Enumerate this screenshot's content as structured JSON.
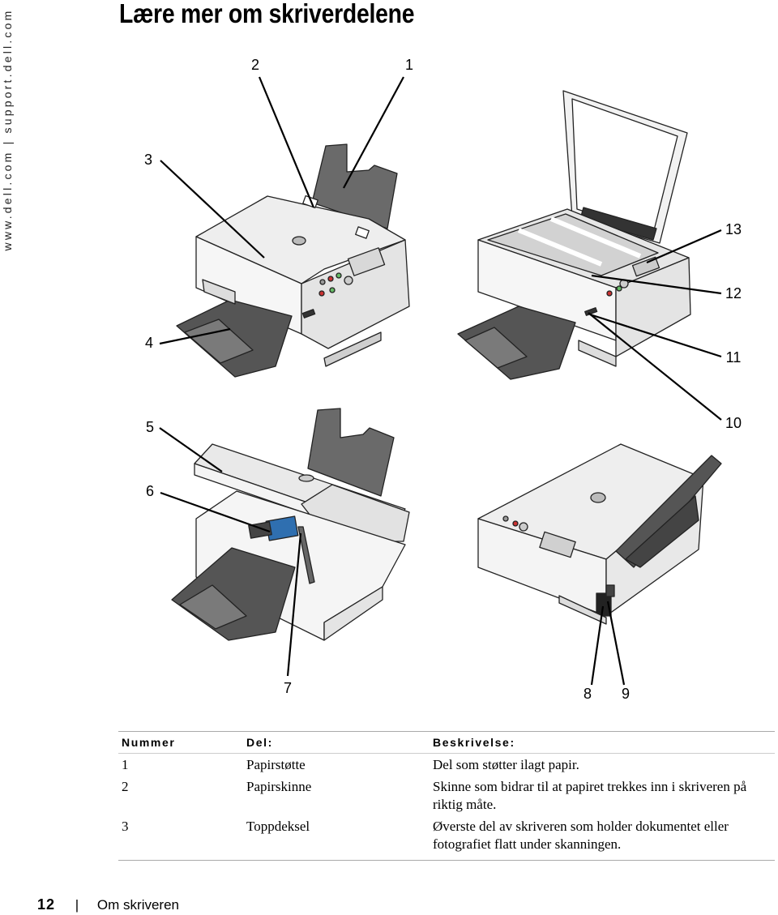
{
  "side_url": "www.dell.com | support.dell.com",
  "title": "Lære mer om skriverdelene",
  "callouts": {
    "n1": "1",
    "n2": "2",
    "n3": "3",
    "n4": "4",
    "n5": "5",
    "n6": "6",
    "n7": "7",
    "n8": "8",
    "n9": "9",
    "n10": "10",
    "n11": "11",
    "n12": "12",
    "n13": "13"
  },
  "table": {
    "headers": [
      "Nummer",
      "Del:",
      "Beskrivelse:"
    ],
    "rows": [
      {
        "num": "1",
        "part": "Papirstøtte",
        "desc": "Del som støtter ilagt papir."
      },
      {
        "num": "2",
        "part": "Papirskinne",
        "desc": "Skinne som bidrar til at papiret trekkes inn i skriveren på riktig måte."
      },
      {
        "num": "3",
        "part": "Toppdeksel",
        "desc": "Øverste del av skriveren som holder dokumentet eller fotografiet flatt under skanningen."
      }
    ]
  },
  "footer": {
    "page_number": "12",
    "separator": "|",
    "section": "Om skriveren"
  }
}
